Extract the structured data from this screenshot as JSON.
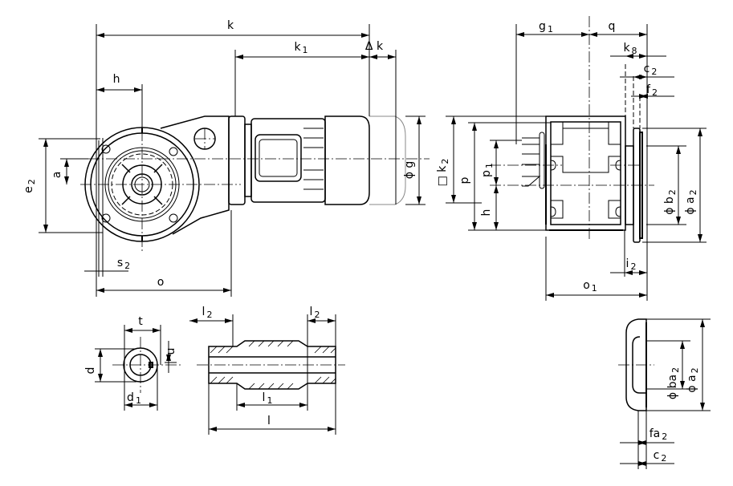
{
  "title": "Worm gear motor dimension drawing",
  "labels": {
    "k": {
      "main": "k",
      "sub": ""
    },
    "k1": {
      "main": "k",
      "sub": "1"
    },
    "dk": {
      "main": "Δ k",
      "sub": ""
    },
    "h_top": {
      "main": "h",
      "sub": ""
    },
    "e2": {
      "main": "e",
      "sub": "2"
    },
    "a": {
      "main": "a",
      "sub": ""
    },
    "s2": {
      "main": "s",
      "sub": "2"
    },
    "o": {
      "main": "o",
      "sub": ""
    },
    "g": {
      "main": "ϕ g",
      "sub": ""
    },
    "g1": {
      "main": "g",
      "sub": "1"
    },
    "q": {
      "main": "q",
      "sub": ""
    },
    "k8": {
      "main": "k",
      "sub": "8"
    },
    "c2_top": {
      "main": "c",
      "sub": "2"
    },
    "f2": {
      "main": "f",
      "sub": "2"
    },
    "k2": {
      "main": "□ k",
      "sub": "2"
    },
    "p": {
      "main": "p",
      "sub": ""
    },
    "p1": {
      "main": "p",
      "sub": "1"
    },
    "h_side": {
      "main": "h",
      "sub": ""
    },
    "b2": {
      "main": "ϕ b",
      "sub": "2"
    },
    "a2_top": {
      "main": "ϕ a",
      "sub": "2"
    },
    "i2": {
      "main": "i",
      "sub": "2"
    },
    "o1": {
      "main": "o",
      "sub": "1"
    },
    "t": {
      "main": "t",
      "sub": ""
    },
    "u": {
      "main": "u",
      "sub": ""
    },
    "d": {
      "main": "d",
      "sub": ""
    },
    "d1": {
      "main": "d",
      "sub": "1"
    },
    "l2_left": {
      "main": "l",
      "sub": "2"
    },
    "l2_right": {
      "main": "l",
      "sub": "2"
    },
    "l1": {
      "main": "l",
      "sub": "1"
    },
    "l": {
      "main": "l",
      "sub": ""
    },
    "ba2": {
      "main": "ϕ ba",
      "sub": "2"
    },
    "a2_bottom": {
      "main": "ϕ a",
      "sub": "2"
    },
    "fa2": {
      "main": "fa",
      "sub": "2"
    },
    "c2_bottom": {
      "main": "c",
      "sub": "2"
    }
  }
}
